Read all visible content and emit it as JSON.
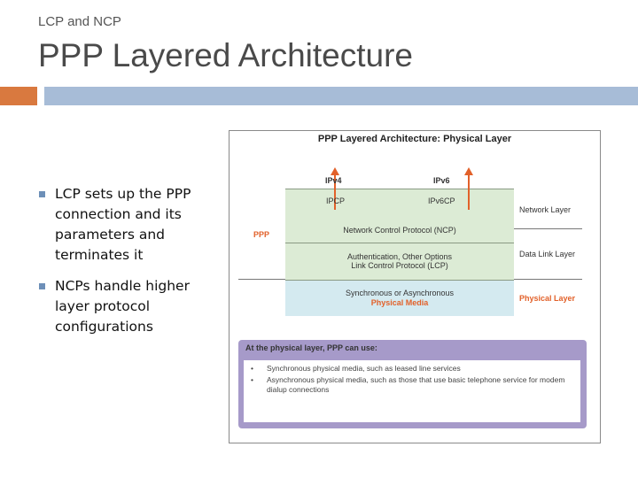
{
  "slide": {
    "subtitle": "LCP and NCP",
    "title": "PPP Layered Architecture",
    "bullets": [
      "LCP sets up the PPP connection and its parameters and terminates it",
      "NCPs handle higher layer protocol configurations"
    ]
  },
  "figure": {
    "title": "PPP Layered Architecture: Physical Layer",
    "ipv4": "IPv4",
    "ipv6": "IPv6",
    "ipcp": "IPCP",
    "ipv6cp": "IPv6CP",
    "ncp": "Network Control Protocol (NCP)",
    "lcp_line1": "Authentication, Other Options",
    "lcp_line2": "Link Control Protocol (LCP)",
    "sync_async": "Synchronous or Asynchronous",
    "physical_media": "Physical Media",
    "ppp": "PPP",
    "network_layer": "Network Layer",
    "data_link_layer": "Data Link Layer",
    "physical_layer": "Physical Layer",
    "panel_title": "At the physical layer, PPP can use:",
    "panel_items": [
      "Synchronous physical media, such as leased line services",
      "Asynchronous physical media, such as those that use basic telephone service for modem dialup connections"
    ],
    "bullet_char": "•",
    "colors": {
      "accent_orange": "#e2612a",
      "layer_green": "#dcebd5",
      "layer_blue": "#d4eaf0",
      "panel_purple": "#a69ac9"
    }
  }
}
